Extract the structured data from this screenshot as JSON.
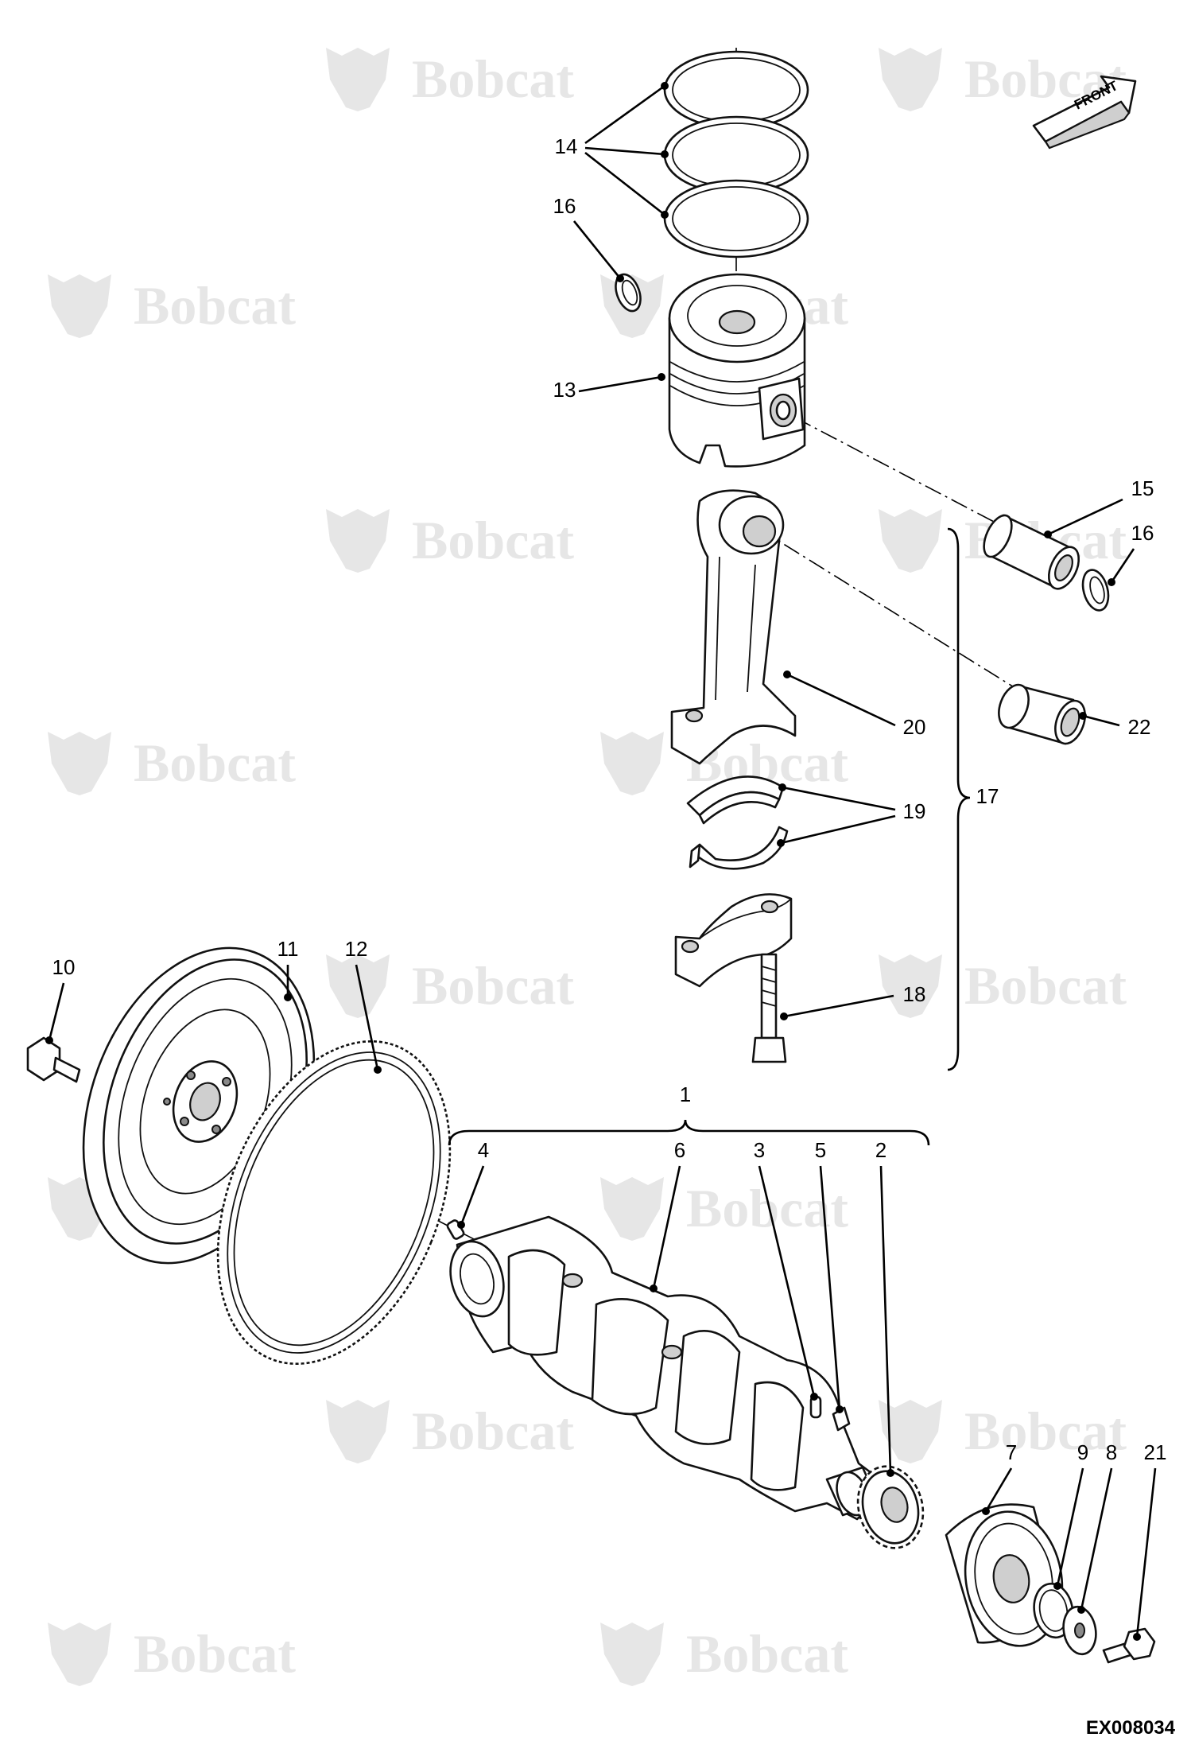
{
  "diagram": {
    "watermark_text": "Bobcat",
    "front_label": "FRONT",
    "document_id": "EX008034",
    "callouts": [
      "1",
      "2",
      "3",
      "4",
      "5",
      "6",
      "7",
      "8",
      "9",
      "10",
      "11",
      "12",
      "13",
      "14",
      "15",
      "16",
      "16",
      "17",
      "18",
      "19",
      "20",
      "21",
      "22"
    ]
  }
}
